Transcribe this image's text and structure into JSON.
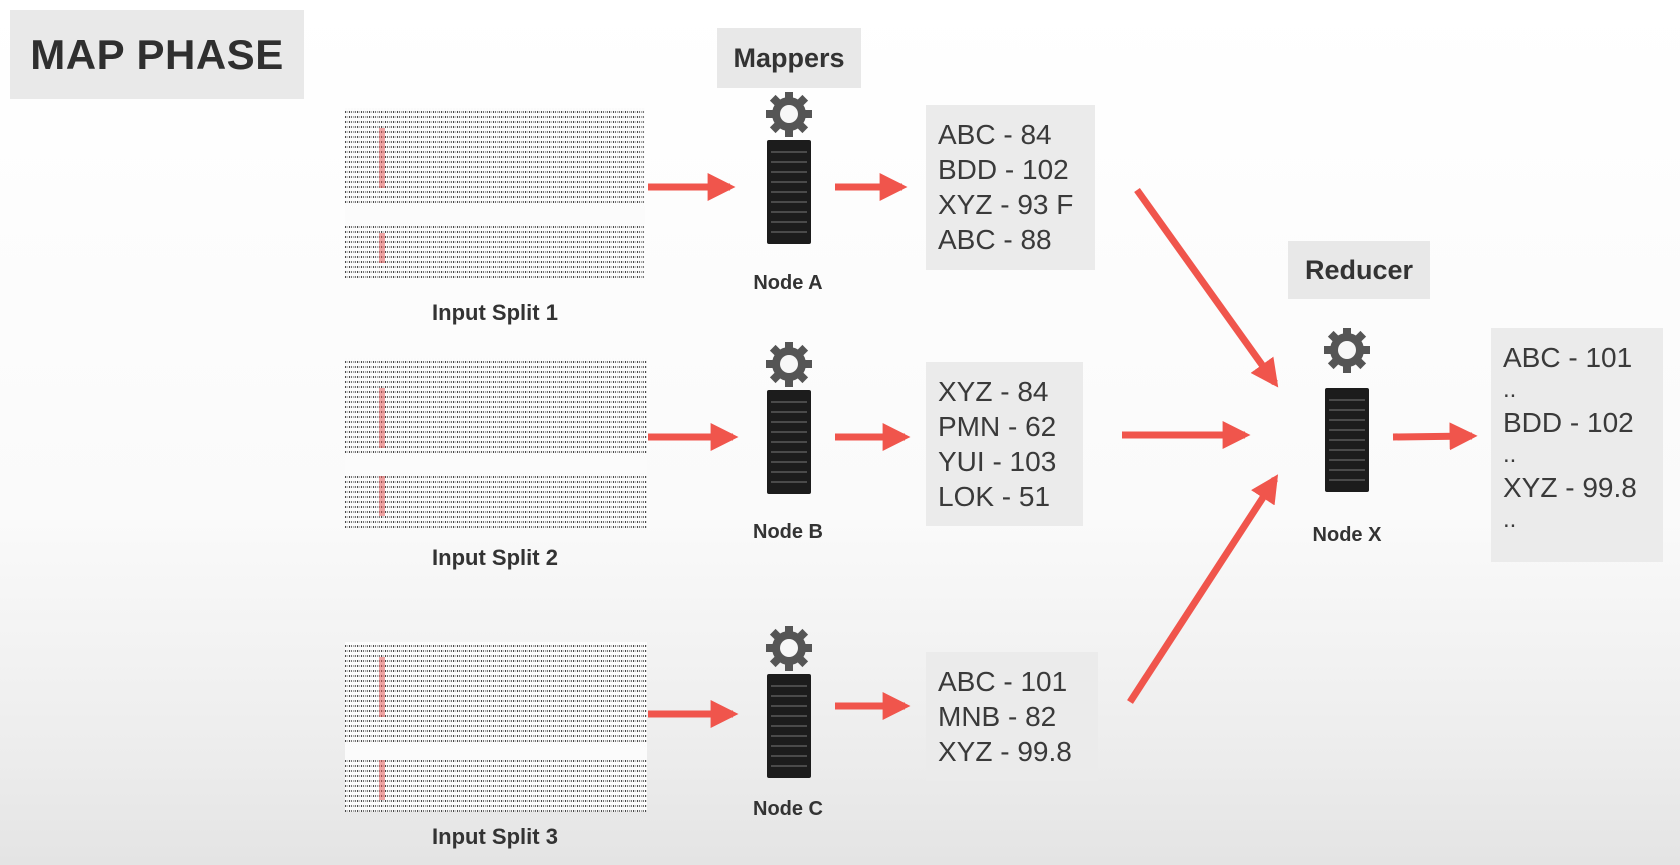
{
  "title": "MAP PHASE",
  "mappers_label": "Mappers",
  "reducer_label": "Reducer",
  "splits": [
    {
      "label": "Input Split 1"
    },
    {
      "label": "Input Split 2"
    },
    {
      "label": "Input Split 3"
    }
  ],
  "nodes": [
    {
      "label": "Node A",
      "output": [
        "ABC - 84",
        "BDD - 102",
        "XYZ - 93 F",
        "ABC - 88"
      ]
    },
    {
      "label": "Node B",
      "output": [
        "XYZ - 84",
        "PMN - 62",
        "YUI - 103",
        "LOK - 51"
      ]
    },
    {
      "label": "Node C",
      "output": [
        "ABC - 101",
        "MNB - 82",
        "XYZ - 99.8"
      ]
    }
  ],
  "reducer": {
    "label": "Node X",
    "output": [
      "ABC - 101",
      "..",
      "BDD - 102",
      "..",
      "XYZ - 99.8",
      ".."
    ]
  },
  "colors": {
    "arrow": "#f0554c",
    "server": "#1c1c1c",
    "gear": "#555555",
    "box": "#ebebeb"
  },
  "icons": {
    "server": "server-icon",
    "gear": "gear-icon"
  }
}
